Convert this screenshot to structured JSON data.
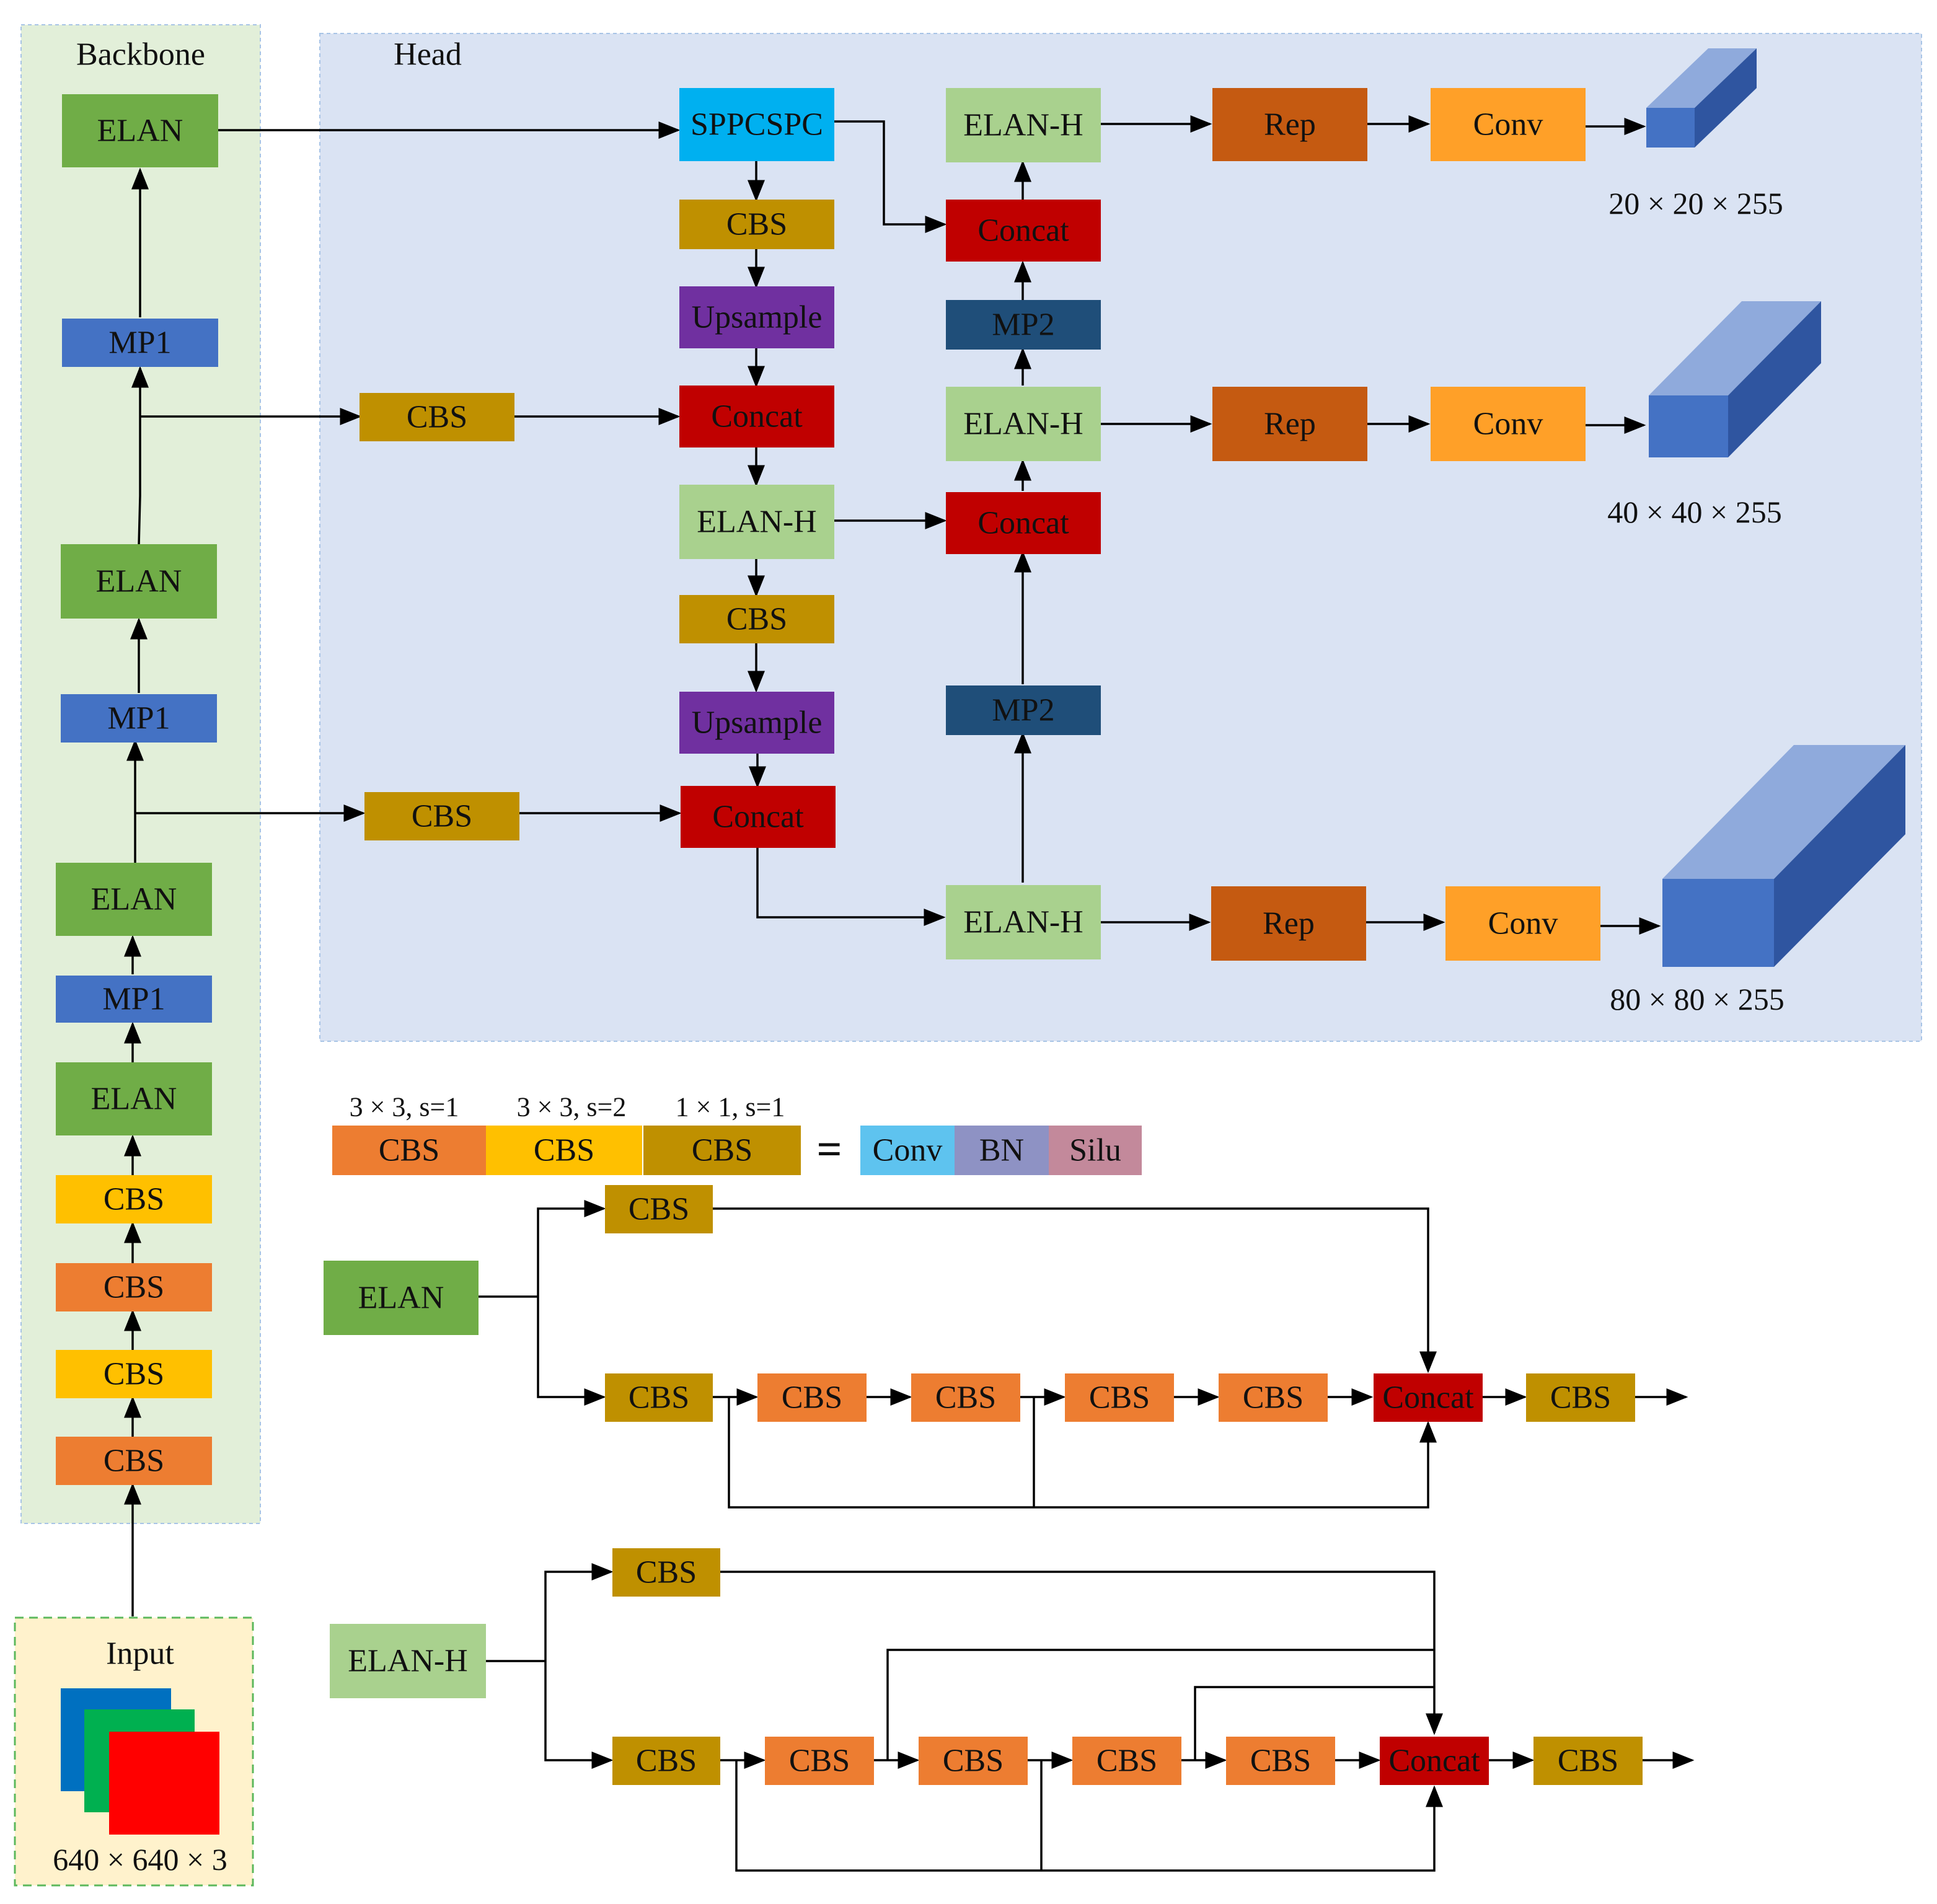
{
  "labels": {
    "backbone_title": "Backbone",
    "head_title": "Head",
    "input_title": "Input",
    "input_size": "640 × 640 × 3",
    "out_20": "20 × 20 × 255",
    "out_40": "40 × 40 × 255",
    "out_80": "80 × 80 × 255",
    "spec_1": "3 × 3, s=1",
    "spec_2": "3 × 3, s=2",
    "spec_3": "1 × 1, s=1",
    "equals": "="
  },
  "modules": {
    "elan": "ELAN",
    "elan_h": "ELAN-H",
    "cbs": "CBS",
    "mp1": "MP1",
    "mp2": "MP2",
    "sppcspc": "SPPCSPC",
    "upsample": "Upsample",
    "concat": "Concat",
    "rep": "Rep",
    "conv": "Conv",
    "bn": "BN",
    "silu": "Silu"
  },
  "colors": {
    "backbone_panel": "#e2efd9",
    "head_panel": "#dae3f3",
    "input_panel": "#fff2cc",
    "elan": "#70ad47",
    "elan_h": "#a9d18e",
    "mp1": "#4472c4",
    "mp2": "#1f4e79",
    "cbs_3x3_s1": "#ed7d31",
    "cbs_3x3_s2": "#ffc000",
    "cbs_1x1_s1": "#bf9000",
    "sppcspc": "#00b0f0",
    "upsample": "#7030a0",
    "concat": "#c00000",
    "rep": "#c55a11",
    "conv": "#ffa028",
    "bn": "#8e92c4",
    "silu": "#c3899b",
    "conv_legend": "#5ec3ef",
    "cube_front": "#4472c4",
    "cube_top": "#8faadc",
    "cube_side": "#2f55a0",
    "input_blue": "#0070c0",
    "input_green": "#00b050",
    "input_red": "#ff0000"
  }
}
